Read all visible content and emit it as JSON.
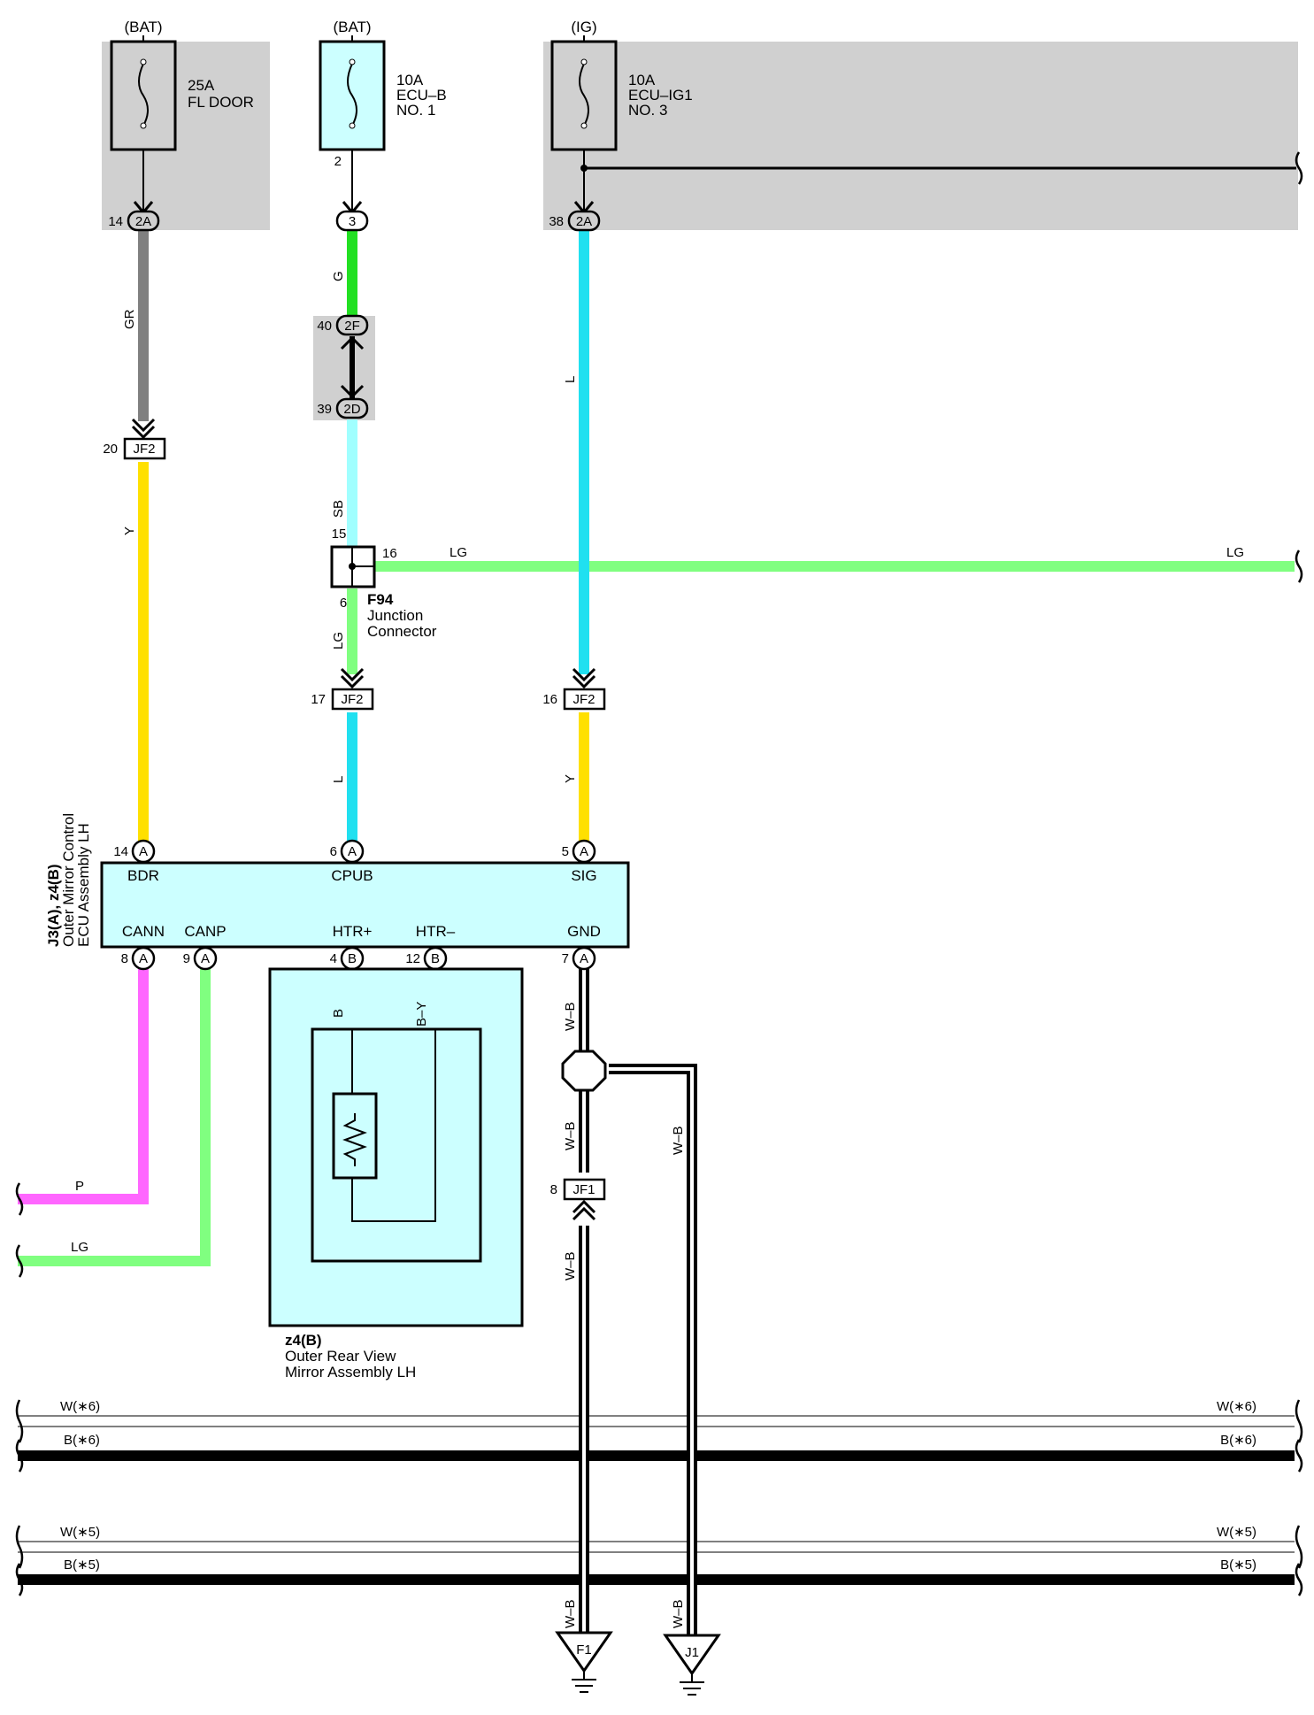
{
  "fuses": [
    {
      "source": "(BAT)",
      "rating": "25A",
      "name": "FL DOOR",
      "number": ""
    },
    {
      "source": "(BAT)",
      "rating": "10A",
      "name": "ECU–B",
      "number": "NO. 1"
    },
    {
      "source": "(IG)",
      "rating": "10A",
      "name": "ECU–IG1",
      "number": "NO. 3"
    }
  ],
  "connectors": {
    "c1": {
      "pin": "14",
      "name": "2A"
    },
    "c2_pin_above": "2",
    "c2": {
      "pin": "",
      "name": "3"
    },
    "c3": {
      "pin": "38",
      "name": "2A"
    },
    "c4": {
      "pin": "40",
      "name": "2F"
    },
    "c5": {
      "pin": "39",
      "name": "2D"
    },
    "jf2a": {
      "pin": "20",
      "name": "JF2"
    },
    "jf2b": {
      "pin": "17",
      "name": "JF2"
    },
    "jf2c": {
      "pin": "16",
      "name": "JF2"
    },
    "jf1": {
      "pin": "8",
      "name": "JF1"
    }
  },
  "wires": {
    "gr": "GR",
    "y1": "Y",
    "g": "G",
    "sb": "SB",
    "lg_v": "LG",
    "l_short": "L",
    "l_long": "L",
    "y2": "Y",
    "lg_h1": "LG",
    "lg_h2": "LG",
    "p": "P",
    "lg_low": "LG",
    "b": "B",
    "by": "B–Y",
    "wb1": "W–B",
    "wb2": "W–B",
    "wb3": "W–B",
    "wb4": "W–B",
    "wb5": "W–B",
    "wb6": "W–B"
  },
  "junction": {
    "id": "F94",
    "line1": "Junction",
    "line2": "Connector",
    "pin_top": "15",
    "pin_right": "16",
    "pin_bottom": "6"
  },
  "ecu": {
    "title_line1": "J3(A), z4(B)",
    "title_line2": "Outer Mirror Control",
    "title_line3": "ECU Assembly LH",
    "top_pins": [
      {
        "num": "14",
        "conn": "A",
        "name": "BDR"
      },
      {
        "num": "6",
        "conn": "A",
        "name": "CPUB"
      },
      {
        "num": "5",
        "conn": "A",
        "name": "SIG"
      }
    ],
    "bottom_pins": [
      {
        "num": "8",
        "conn": "A",
        "name": "CANN"
      },
      {
        "num": "9",
        "conn": "A",
        "name": "CANP"
      },
      {
        "num": "4",
        "conn": "B",
        "name": "HTR+"
      },
      {
        "num": "12",
        "conn": "B",
        "name": "HTR–"
      },
      {
        "num": "7",
        "conn": "A",
        "name": "GND"
      }
    ]
  },
  "mirror": {
    "id": "z4(B)",
    "line1": "Outer Rear View",
    "line2": "Mirror Assembly LH"
  },
  "buses": [
    {
      "left": "W(∗6)",
      "right": "W(∗6)"
    },
    {
      "left": "B(∗6)",
      "right": "B(∗6)"
    },
    {
      "left": "W(∗5)",
      "right": "W(∗5)"
    },
    {
      "left": "B(∗5)",
      "right": "B(∗5)"
    }
  ],
  "grounds": [
    {
      "id": "F1"
    },
    {
      "id": "J1"
    }
  ],
  "colors": {
    "shade": "#d0d0d0",
    "box": "#ccffff",
    "gray": "#808080",
    "yellow": "#ffe000",
    "green": "#22e022",
    "lightblue": "#a0ffff",
    "lightgreen": "#80ff80",
    "blue": "#20e0f0",
    "pink": "#ff66ff",
    "black": "#000000"
  }
}
